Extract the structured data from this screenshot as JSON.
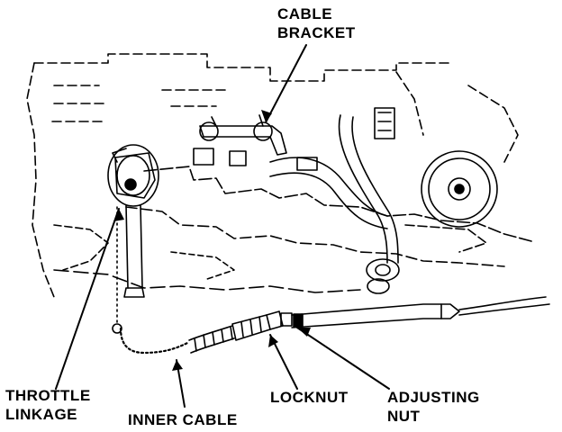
{
  "diagram": {
    "labels": {
      "cable_bracket": [
        "CABLE",
        "BRACKET"
      ],
      "throttle_linkage": [
        "THROTTLE",
        "LINKAGE"
      ],
      "inner_cable": "INNER CABLE",
      "locknut": "LOCKNUT",
      "adjusting_nut": [
        "ADJUSTING",
        "NUT"
      ]
    }
  }
}
